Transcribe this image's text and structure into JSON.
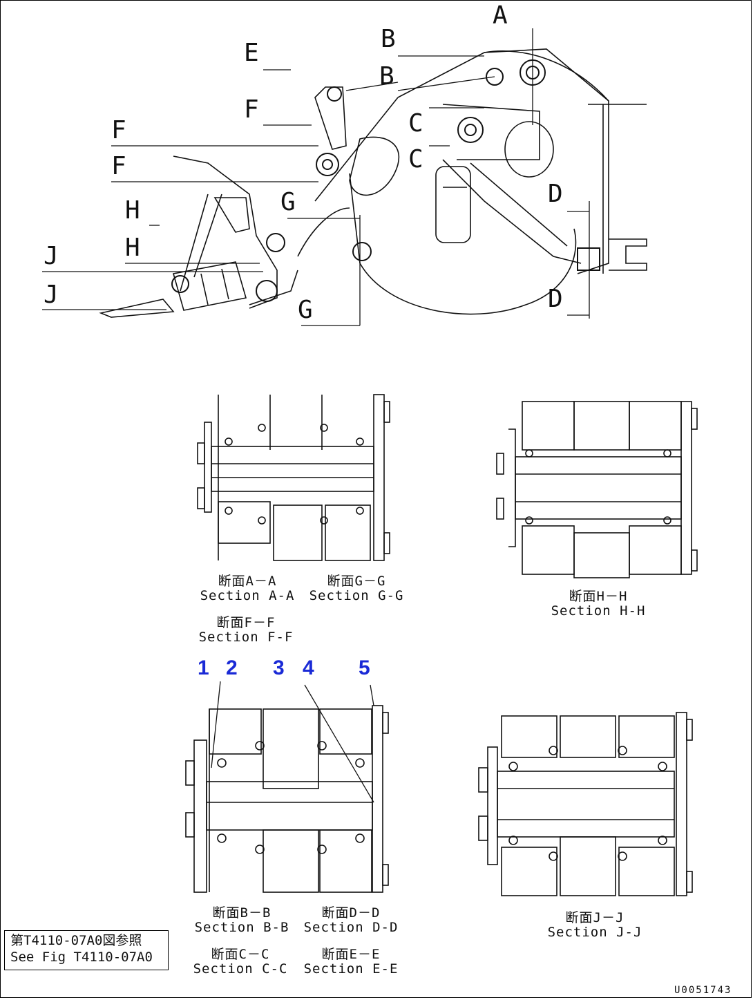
{
  "main_view": {
    "arrow_letters": [
      "A",
      "B",
      "B",
      "E",
      "F",
      "F",
      "F",
      "C",
      "C",
      "H",
      "H",
      "J",
      "J",
      "G",
      "G",
      "D",
      "D"
    ]
  },
  "sections": [
    {
      "jp": "断面A－A",
      "en": "Section A-A"
    },
    {
      "jp": "断面G－G",
      "en": "Section G-G"
    },
    {
      "jp": "断面F－F",
      "en": "Section F-F"
    },
    {
      "jp": "断面H－H",
      "en": "Section H-H"
    },
    {
      "jp": "断面B－B",
      "en": "Section B-B"
    },
    {
      "jp": "断面D－D",
      "en": "Section D-D"
    },
    {
      "jp": "断面C－C",
      "en": "Section C-C"
    },
    {
      "jp": "断面E－E",
      "en": "Section E-E"
    },
    {
      "jp": "断面J－J",
      "en": "Section J-J"
    }
  ],
  "callouts": [
    "1",
    "2",
    "3",
    "4",
    "5"
  ],
  "reference": {
    "jp": "第T4110-07A0図参照",
    "en": "See Fig T4110-07A0"
  },
  "drawing_number": "U0051743",
  "colors": {
    "line": "#111111",
    "callout": "#1a2ad6"
  }
}
